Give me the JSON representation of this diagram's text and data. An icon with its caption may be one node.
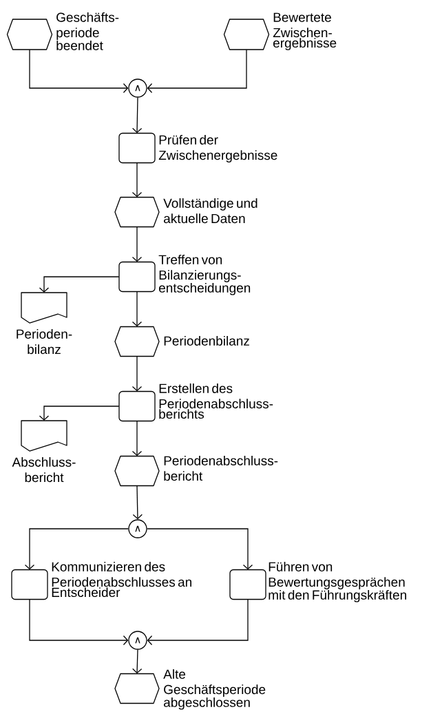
{
  "diagram": {
    "nodes": [
      {
        "text": [
          "Geschäfts- periode beendet"
        ]
      },
      {
        "text": [
          "Bewertete Zwischen- ergebnisse"
        ]
      },
      {
        "text": [
          "∧"
        ]
      },
      {
        "text": [
          "Prüfen der Zwischenergebnisse"
        ]
      },
      {
        "text": [
          "Vollständige und aktuelle Daten"
        ]
      },
      {
        "text": [
          "Treffen von Bilanzierungs- entscheidungen"
        ]
      },
      {
        "text": [
          "Perioden- bilanz"
        ]
      },
      {
        "text": [
          "Periodenbilanz"
        ]
      },
      {
        "text": [
          "Erstellen des Periodenabschluss- berichts"
        ]
      },
      {
        "text": [
          "Abschluss- bericht"
        ]
      },
      {
        "text": [
          "Periodenabschluss- bericht"
        ]
      },
      {
        "text": [
          "∧"
        ]
      },
      {
        "text": [
          "Kommunizieren des Periodenabschlusses an Entscheider"
        ]
      },
      {
        "text": [
          "Führen von Bewertungsgesprächen mit den Führungskräften"
        ]
      },
      {
        "text": [
          "∧"
        ]
      },
      {
        "text": [
          "Alte Geschäftsperiode abgeschlossen"
        ]
      }
    ],
    "edges": [
      {
        "from": 0,
        "to": 2,
        "arrow": "to"
      },
      {
        "from": 1,
        "to": 2,
        "arrow": "to"
      },
      {
        "from": 2,
        "to": 3,
        "arrow": "to"
      },
      {
        "from": 3,
        "to": 4,
        "arrow": "to"
      },
      {
        "from": 4,
        "to": 5,
        "arrow": "to"
      },
      {
        "from": 5,
        "to": 6,
        "arrow": "to"
      },
      {
        "from": 5,
        "to": 7,
        "arrow": "to"
      },
      {
        "from": 7,
        "to": 8,
        "arrow": "to"
      },
      {
        "from": 8,
        "to": 9,
        "arrow": "to"
      },
      {
        "from": 8,
        "to": 10,
        "arrow": "to"
      },
      {
        "from": 10,
        "to": 11,
        "arrow": "to"
      },
      {
        "from": 11,
        "to": 12,
        "arrow": "to"
      },
      {
        "from": 11,
        "to": 13,
        "arrow": "to"
      },
      {
        "from": 12,
        "to": 14,
        "arrow": "to"
      },
      {
        "from": 13,
        "to": 14,
        "arrow": "to"
      },
      {
        "from": 14,
        "to": 15,
        "arrow": "to"
      }
    ]
  }
}
